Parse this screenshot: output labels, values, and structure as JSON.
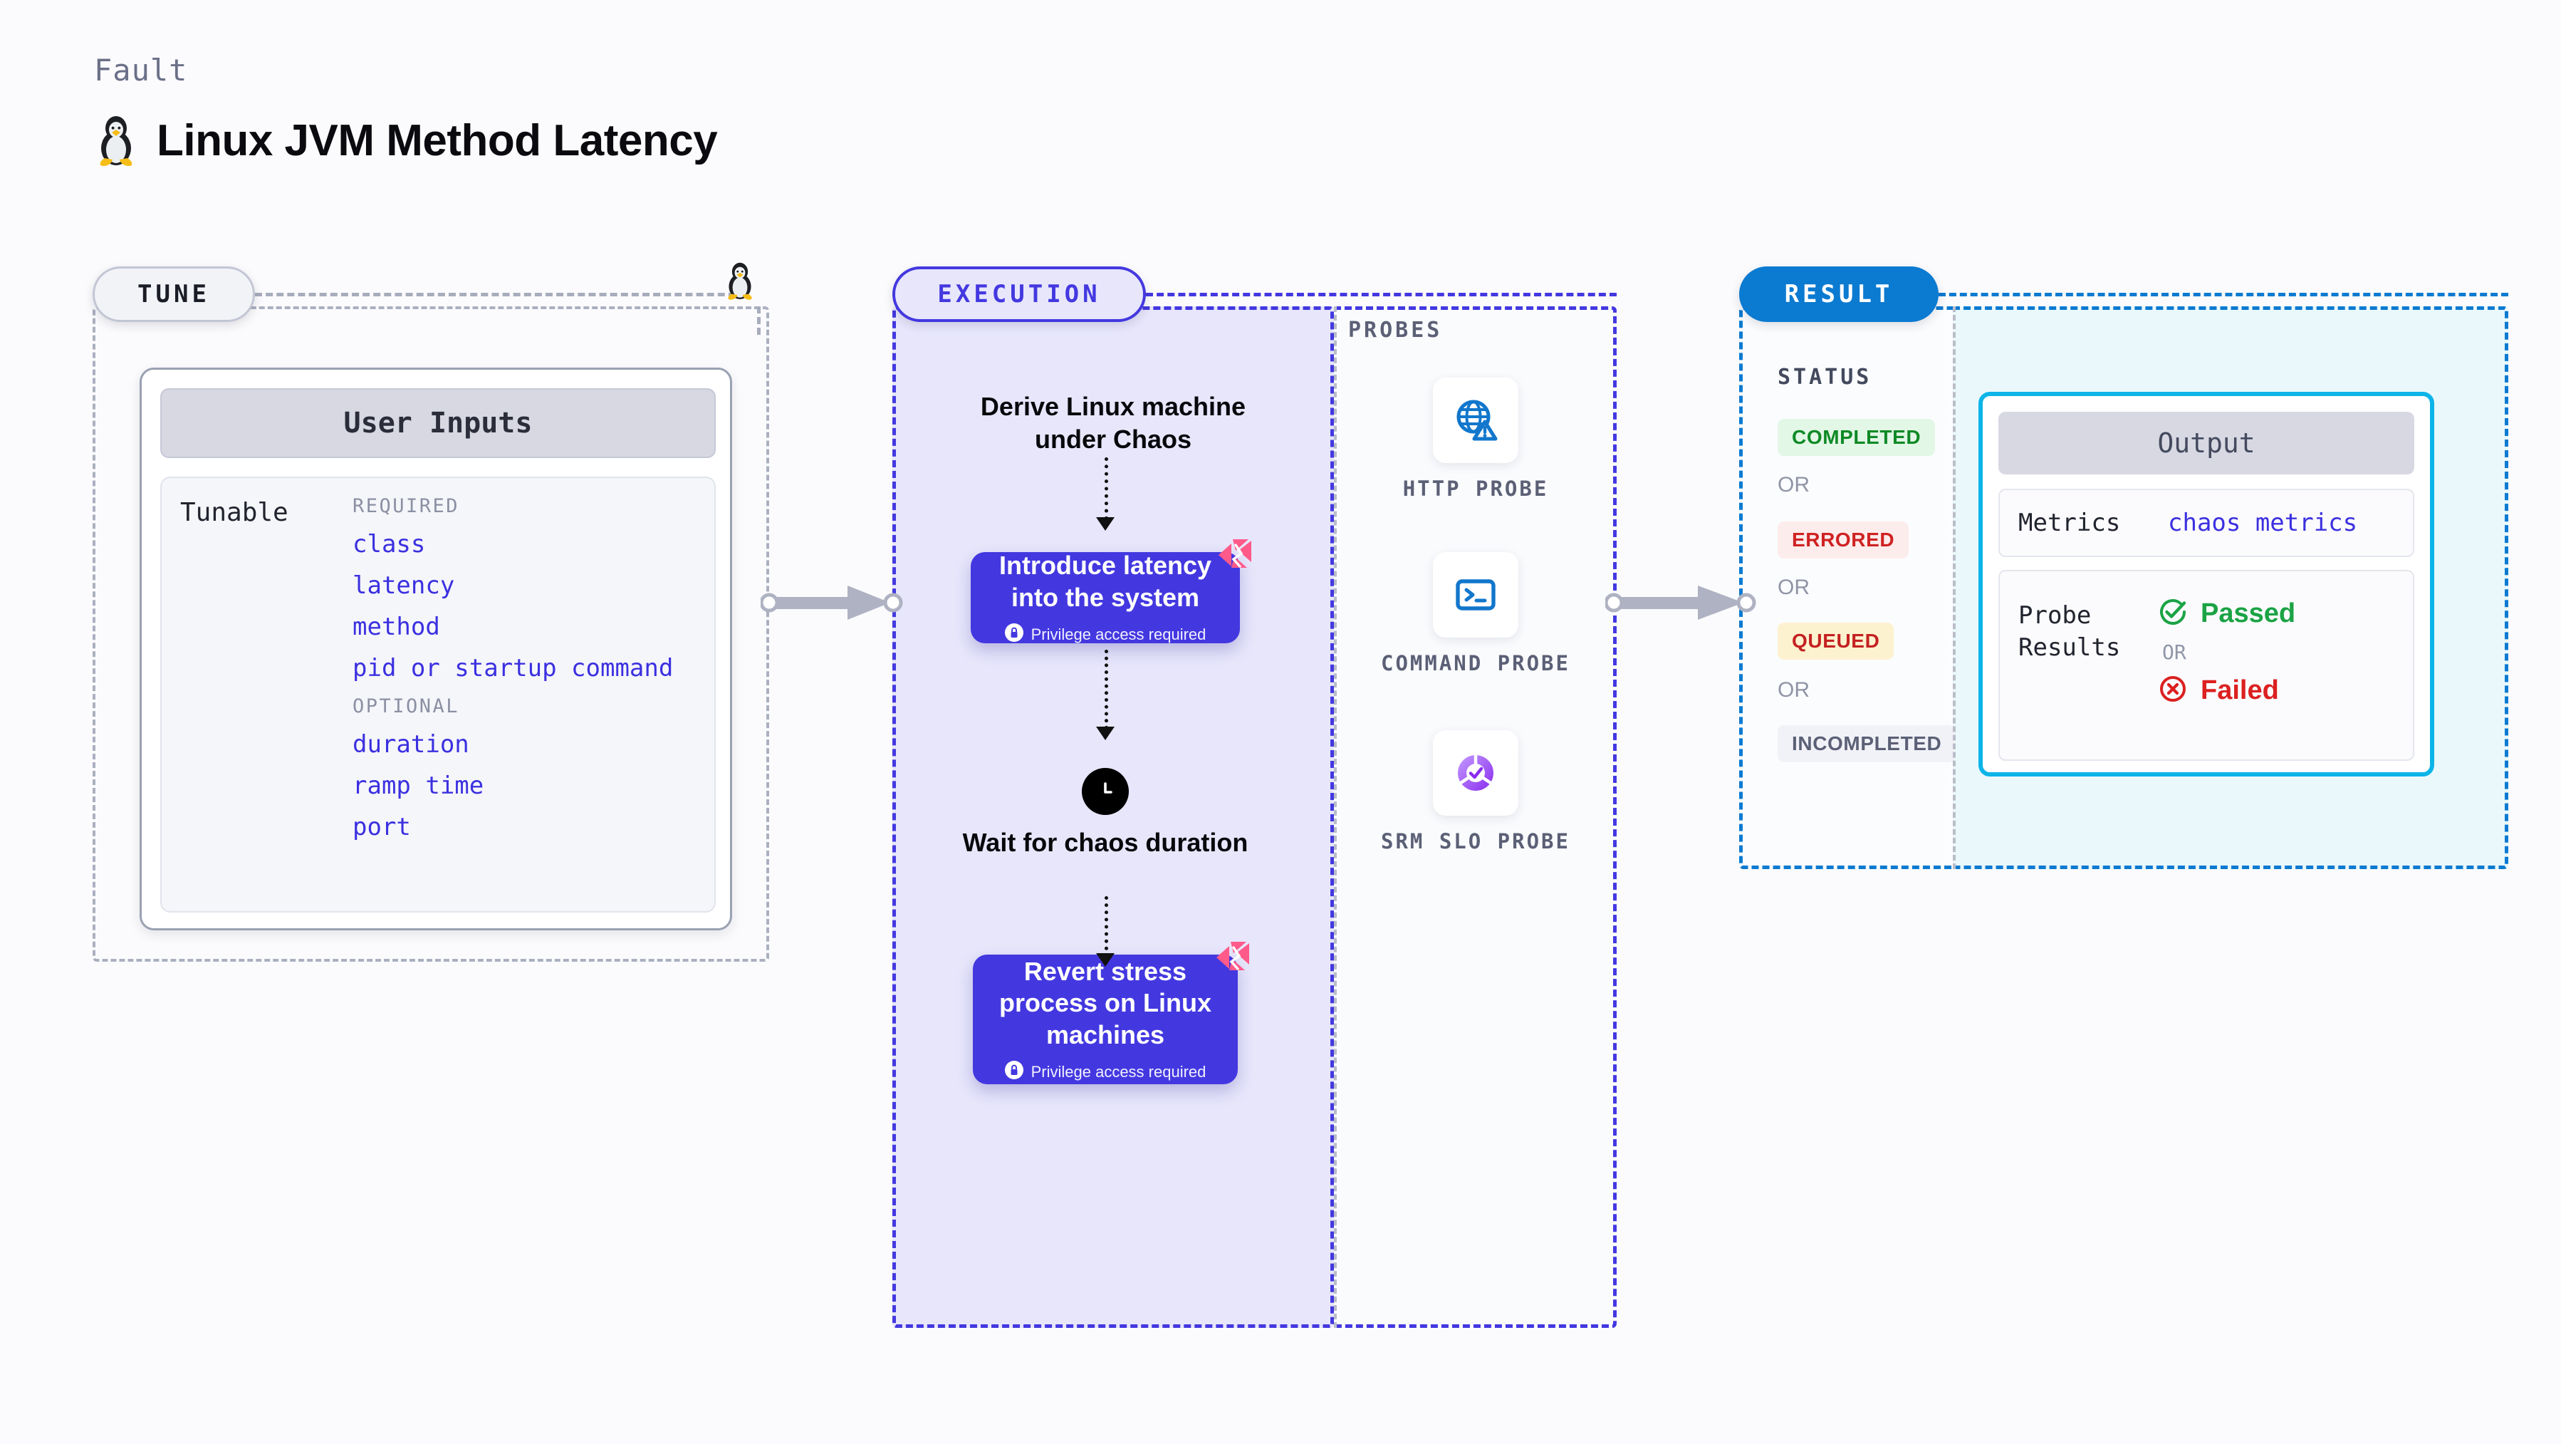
{
  "header": {
    "eyebrow": "Fault",
    "title": "Linux JVM Method Latency",
    "icon": "linux-tux-icon"
  },
  "tune": {
    "pill_label": "TUNE",
    "icon": "linux-tux-icon",
    "user_inputs_header": "User Inputs",
    "tunable_label": "Tunable",
    "groups": [
      {
        "label": "REQUIRED",
        "items": [
          "class",
          "latency",
          "method",
          "pid or startup command"
        ]
      },
      {
        "label": "OPTIONAL",
        "items": [
          "duration",
          "ramp time",
          "port"
        ]
      }
    ]
  },
  "execution": {
    "pill_label": "EXECUTION",
    "steps": [
      {
        "type": "text",
        "title": "Derive Linux machine under Chaos"
      },
      {
        "type": "action",
        "title": "Introduce latency into the system",
        "privilege": "Privilege access required",
        "badge": "harness-logo-icon"
      },
      {
        "type": "wait",
        "title": "Wait for chaos duration",
        "icon": "clock-icon"
      },
      {
        "type": "action",
        "title": "Revert stress process on Linux machines",
        "privilege": "Privilege access required",
        "badge": "harness-logo-icon"
      }
    ]
  },
  "probes": {
    "title": "PROBES",
    "items": [
      {
        "label": "HTTP PROBE",
        "icon": "globe-warning-icon"
      },
      {
        "label": "COMMAND PROBE",
        "icon": "terminal-icon"
      },
      {
        "label": "SRM SLO PROBE",
        "icon": "slo-check-icon"
      }
    ]
  },
  "result": {
    "pill_label": "RESULT",
    "status_title": "STATUS",
    "or_label": "OR",
    "statuses": [
      {
        "label": "COMPLETED",
        "color": "#0f8a26",
        "bg": "#e3f7e6"
      },
      {
        "label": "ERRORED",
        "color": "#cf2222",
        "bg": "#fdecec"
      },
      {
        "label": "QUEUED",
        "color": "#c42121",
        "bg": "#fdf2cf"
      },
      {
        "label": "INCOMPLETED",
        "color": "#5b6076",
        "bg": "#f1f2f7"
      }
    ],
    "output": {
      "header": "Output",
      "metrics_label": "Metrics",
      "metrics_value": "chaos metrics",
      "probe_results_label": "Probe Results",
      "passed_label": "Passed",
      "failed_label": "Failed",
      "or_label": "OR",
      "passed_icon": "check-circle-icon",
      "failed_icon": "x-circle-icon"
    }
  },
  "connectors": {
    "tune_to_execution": "arrow-right-icon",
    "probes_to_result": "arrow-right-icon"
  },
  "colors": {
    "tune_accent": "#aab0c0",
    "execution_accent": "#4338e0",
    "result_accent": "#0b7ad1",
    "output_accent": "#0db4e8",
    "tunable_value": "#3b30e0",
    "harness_pink": "#ff5a8a"
  }
}
